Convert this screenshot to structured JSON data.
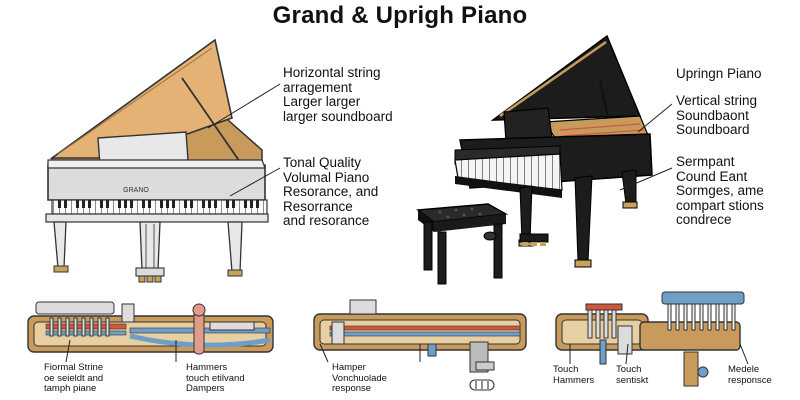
{
  "title": "Grand & Uprigh Piano",
  "grand_brand": "GRANO",
  "left_annotations": {
    "strings": [
      "Horizontal string",
      "arragement",
      "Larger larger",
      "larger soundboard"
    ],
    "tone": [
      "Tonal Quality",
      "Volumal Piano",
      "Resorance, and",
      "Resorrance",
      "and resorance"
    ]
  },
  "right_annotations": {
    "name": [
      "Upringn Piano"
    ],
    "strings": [
      "Vertical string",
      "Soundbaont",
      "Soundboard"
    ],
    "size": [
      "Sermpant",
      "Cound Eant",
      "Sormges, ame",
      "compart stions",
      "condrece"
    ]
  },
  "diagram_labels": {
    "d1_left": [
      "Fiormal Strine",
      "oe seieldt and",
      "tamph piane"
    ],
    "d1_right": [
      "Hammers",
      "touch etilvand",
      "Dampers"
    ],
    "d2": [
      "Hamper",
      "Vonchuolade",
      "response"
    ],
    "d3_left": [
      "Touch",
      "Hammers"
    ],
    "d3_mid": [
      "Touch",
      "sentiskt"
    ],
    "d3_right": [
      "Medele",
      "responsce"
    ]
  },
  "colors": {
    "wood": "#c89a5b",
    "grand_body": "#dcdcdc",
    "upright_body": "#1c1c1c",
    "string_red": "#d0563f",
    "string_blue": "#6f9fc8"
  }
}
